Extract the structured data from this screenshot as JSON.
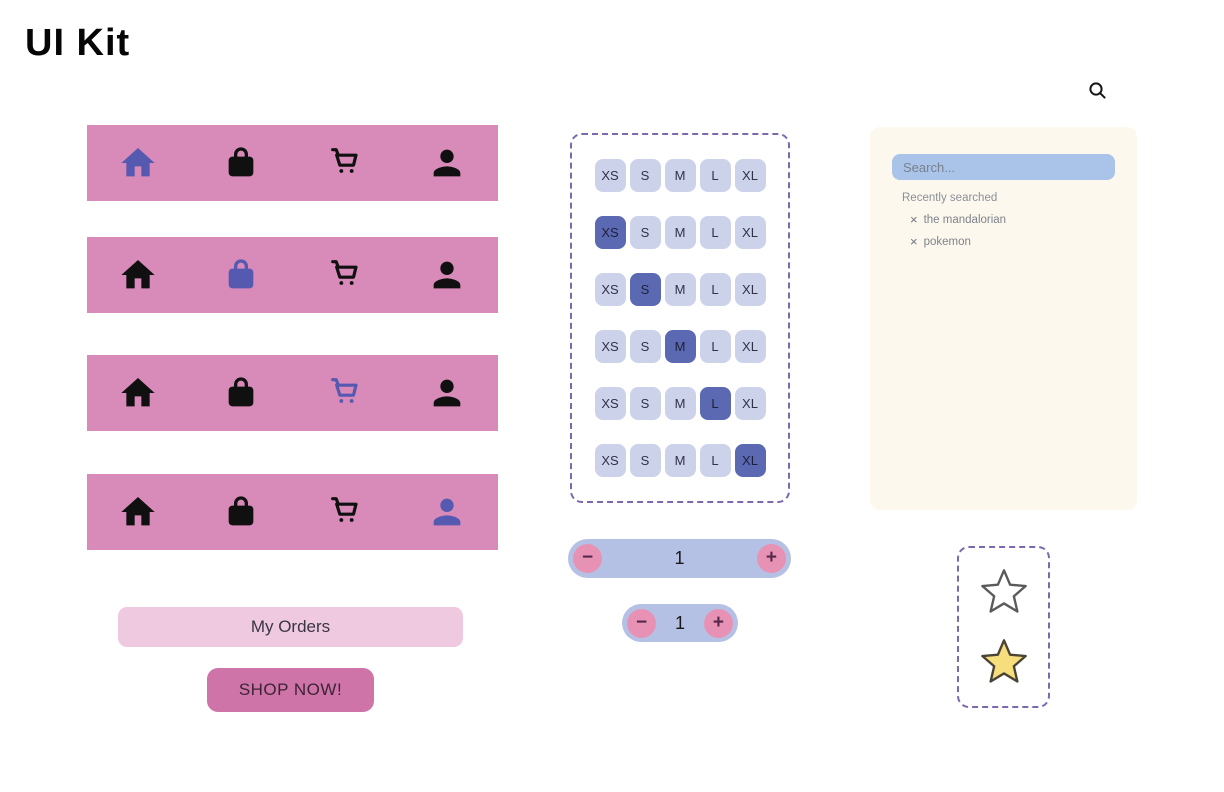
{
  "logo": {
    "text": "UI Kit"
  },
  "header": {
    "search_icon": "magnifier"
  },
  "nav_icons": [
    "home",
    "bag",
    "cart",
    "person"
  ],
  "navbars": [
    {
      "active": "home"
    },
    {
      "active": "bag"
    },
    {
      "active": "cart"
    },
    {
      "active": "person"
    }
  ],
  "buttons": {
    "my_orders": "My Orders",
    "shop_now": "SHOP NOW!"
  },
  "size_selector": {
    "sizes": [
      "XS",
      "S",
      "M",
      "L",
      "XL"
    ],
    "rows": [
      {
        "selected": ""
      },
      {
        "selected": "XS"
      },
      {
        "selected": "S"
      },
      {
        "selected": "M"
      },
      {
        "selected": "L"
      },
      {
        "selected": "XL"
      }
    ]
  },
  "steppers": [
    {
      "minus": "−",
      "value": "1",
      "plus": "+"
    },
    {
      "minus": "−",
      "value": "1",
      "plus": "+"
    }
  ],
  "search_panel": {
    "placeholder": "Search...",
    "recent_label": "Recently searched",
    "remove_glyph": "×",
    "recent_items": [
      "the mandalorian",
      "pokemon"
    ]
  },
  "rating": {
    "stars": [
      "empty",
      "filled"
    ]
  },
  "colors": {
    "bar_pink": "#d88bb8",
    "accent_purple": "#5559b0",
    "chip_bg": "#ccd2e9",
    "chip_selected": "#5b68b2",
    "dashed_border": "#7c68ae",
    "stepper_bg": "#b5c1e4",
    "stepper_btn": "#e792b4",
    "panel_cream": "#fdf8ee",
    "input_blue": "#a9c4e8",
    "btn_light_pink": "#efc9df",
    "btn_pink": "#cf74a9",
    "star_yellow": "#f6de7d"
  }
}
